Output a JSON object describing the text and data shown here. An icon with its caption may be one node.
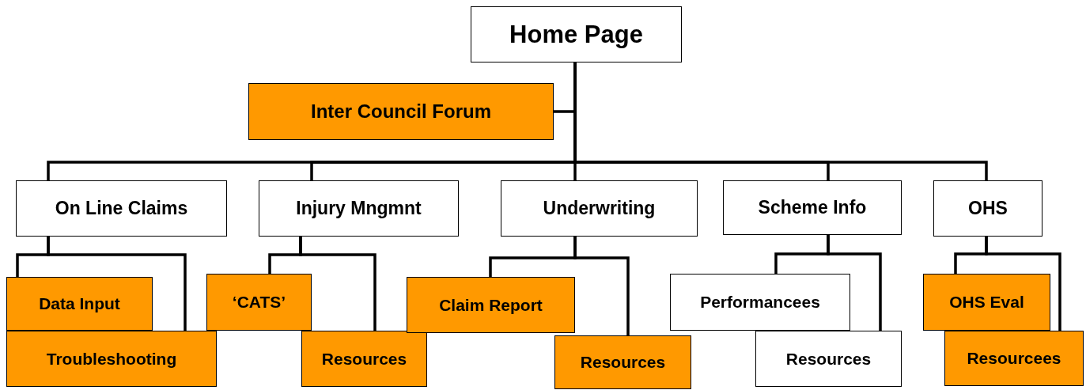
{
  "diagram": {
    "nodes": [
      {
        "text": [
          "Home Page"
        ]
      },
      {
        "text": [
          "Inter Council Forum"
        ]
      },
      {
        "text": [
          "On Line Claims"
        ]
      },
      {
        "text": [
          "Injury Mngmnt"
        ]
      },
      {
        "text": [
          "Underwriting"
        ]
      },
      {
        "text": [
          "Scheme Info"
        ]
      },
      {
        "text": [
          "OHS"
        ]
      },
      {
        "text": [
          "Data Input"
        ]
      },
      {
        "text": [
          "Troubleshooting"
        ]
      },
      {
        "text": [
          "‘CATS’"
        ]
      },
      {
        "text": [
          "Resources"
        ]
      },
      {
        "text": [
          "Claim Report"
        ]
      },
      {
        "text": [
          "Resources"
        ]
      },
      {
        "text": [
          "Performancees"
        ]
      },
      {
        "text": [
          "Resources"
        ]
      },
      {
        "text": [
          "OHS Eval"
        ]
      },
      {
        "text": [
          "Resourcees"
        ]
      }
    ],
    "edges": [
      {
        "from": 0,
        "to": 1,
        "arrow": "none"
      },
      {
        "from": 0,
        "to": 2,
        "arrow": "none"
      },
      {
        "from": 0,
        "to": 3,
        "arrow": "none"
      },
      {
        "from": 0,
        "to": 4,
        "arrow": "none"
      },
      {
        "from": 0,
        "to": 5,
        "arrow": "none"
      },
      {
        "from": 0,
        "to": 6,
        "arrow": "none"
      },
      {
        "from": 2,
        "to": 7,
        "arrow": "none"
      },
      {
        "from": 2,
        "to": 8,
        "arrow": "none"
      },
      {
        "from": 3,
        "to": 9,
        "arrow": "none"
      },
      {
        "from": 3,
        "to": 10,
        "arrow": "none"
      },
      {
        "from": 4,
        "to": 11,
        "arrow": "none"
      },
      {
        "from": 4,
        "to": 12,
        "arrow": "none"
      },
      {
        "from": 5,
        "to": 13,
        "arrow": "none"
      },
      {
        "from": 5,
        "to": 14,
        "arrow": "none"
      },
      {
        "from": 6,
        "to": 15,
        "arrow": "none"
      },
      {
        "from": 6,
        "to": 16,
        "arrow": "none"
      }
    ]
  }
}
